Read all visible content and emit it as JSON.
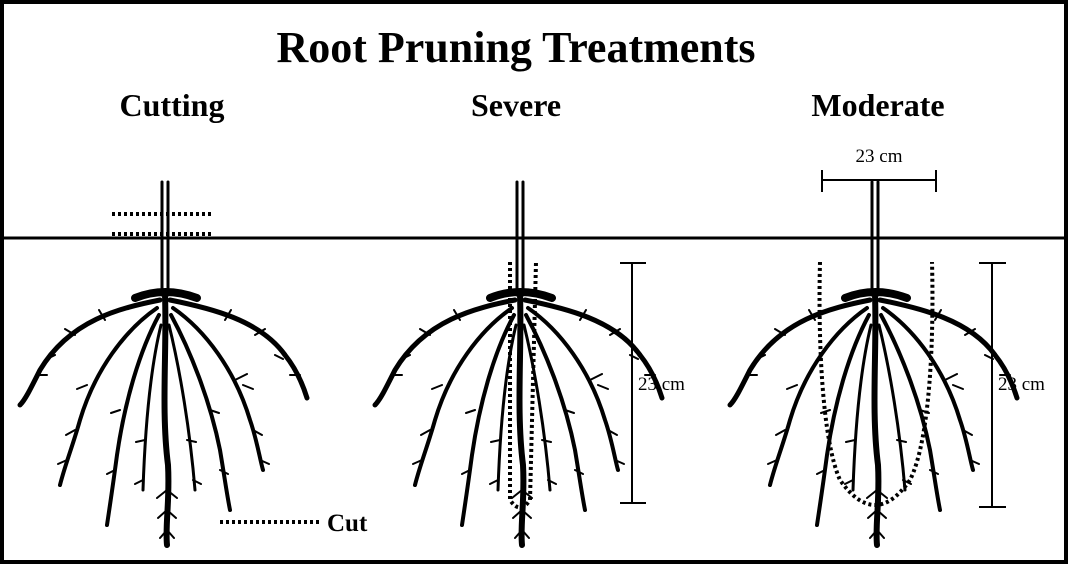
{
  "title": "Root Pruning Treatments",
  "treatments": [
    {
      "label": "Cutting"
    },
    {
      "label": "Severe"
    },
    {
      "label": "Moderate"
    }
  ],
  "dimensions": {
    "moderate_width": "23 cm",
    "severe_depth": "23 cm",
    "moderate_depth": "23 cm"
  },
  "legend": {
    "cut_label": "Cut"
  }
}
